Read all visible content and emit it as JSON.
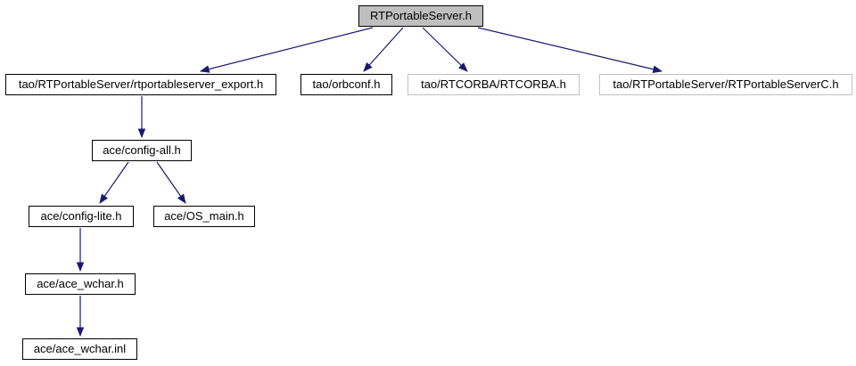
{
  "diagram": {
    "kind": "doxygen-include-dependency-graph",
    "background_color": "#ffffff",
    "edge_color": "#191970",
    "root_fill_color": "#bfbfbf",
    "normal_border_color": "#000000",
    "truncated_border_color": "#c0c0c0",
    "nodes": [
      {
        "id": "rtportableserver",
        "label": "RTPortableServer.h",
        "style": "root"
      },
      {
        "id": "rtportableserver-export",
        "label": "tao/RTPortableServer/rtportableserver_export.h",
        "style": "normal"
      },
      {
        "id": "orbconf",
        "label": "tao/orbconf.h",
        "style": "normal"
      },
      {
        "id": "rtcorba",
        "label": "tao/RTCORBA/RTCORBA.h",
        "style": "truncated"
      },
      {
        "id": "rtportableserverc",
        "label": "tao/RTPortableServer/RTPortableServerC.h",
        "style": "truncated"
      },
      {
        "id": "config-all",
        "label": "ace/config-all.h",
        "style": "normal"
      },
      {
        "id": "config-lite",
        "label": "ace/config-lite.h",
        "style": "normal"
      },
      {
        "id": "os-main",
        "label": "ace/OS_main.h",
        "style": "normal"
      },
      {
        "id": "ace-wchar-h",
        "label": "ace/ace_wchar.h",
        "style": "normal"
      },
      {
        "id": "ace-wchar-inl",
        "label": "ace/ace_wchar.inl",
        "style": "normal"
      }
    ],
    "edges": [
      {
        "from": "RTPortableServer.h",
        "to": "tao/RTPortableServer/rtportableserver_export.h"
      },
      {
        "from": "RTPortableServer.h",
        "to": "tao/orbconf.h"
      },
      {
        "from": "RTPortableServer.h",
        "to": "tao/RTCORBA/RTCORBA.h"
      },
      {
        "from": "RTPortableServer.h",
        "to": "tao/RTPortableServer/RTPortableServerC.h"
      },
      {
        "from": "tao/RTPortableServer/rtportableserver_export.h",
        "to": "ace/config-all.h"
      },
      {
        "from": "ace/config-all.h",
        "to": "ace/config-lite.h"
      },
      {
        "from": "ace/config-all.h",
        "to": "ace/OS_main.h"
      },
      {
        "from": "ace/config-lite.h",
        "to": "ace/ace_wchar.h"
      },
      {
        "from": "ace/ace_wchar.h",
        "to": "ace/ace_wchar.inl"
      }
    ]
  }
}
